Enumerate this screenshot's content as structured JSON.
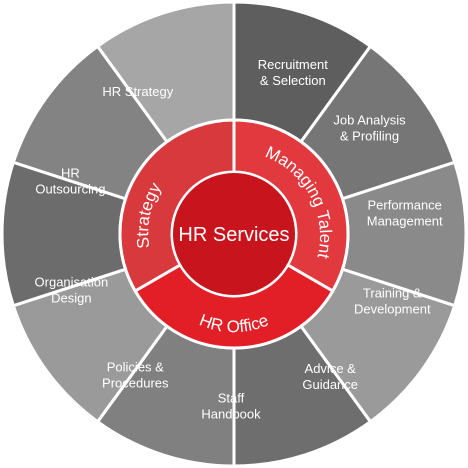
{
  "center": {
    "label": "HR Services",
    "color": "#c8141c"
  },
  "ring": [
    {
      "label": "Strategy",
      "color": "#d8393c"
    },
    {
      "label": "Managing Talent",
      "color": "#e1393d"
    },
    {
      "label": "HR Office",
      "color": "#e21f26"
    }
  ],
  "outer": [
    {
      "lines": [
        "Recruitment",
        "& Selection"
      ],
      "color": "#5e5e5e"
    },
    {
      "lines": [
        "Job Analysis",
        "& Profiling"
      ],
      "color": "#767676"
    },
    {
      "lines": [
        "Performance",
        "Management"
      ],
      "color": "#8a8a8a"
    },
    {
      "lines": [
        "Training &",
        "Development"
      ],
      "color": "#9a9a9a"
    },
    {
      "lines": [
        "Advice &",
        "Guidance"
      ],
      "color": "#6e6e6e"
    },
    {
      "lines": [
        "Staff",
        "Handbook"
      ],
      "color": "#808080"
    },
    {
      "lines": [
        "Policies &",
        "Procedures"
      ],
      "color": "#9a9a9a"
    },
    {
      "lines": [
        "Organisation",
        "Design"
      ],
      "color": "#6c6c6c"
    },
    {
      "lines": [
        "HR",
        "Outsourcing"
      ],
      "color": "#838383"
    },
    {
      "lines": [
        "HR Strategy"
      ],
      "color": "#a6a6a6"
    }
  ]
}
